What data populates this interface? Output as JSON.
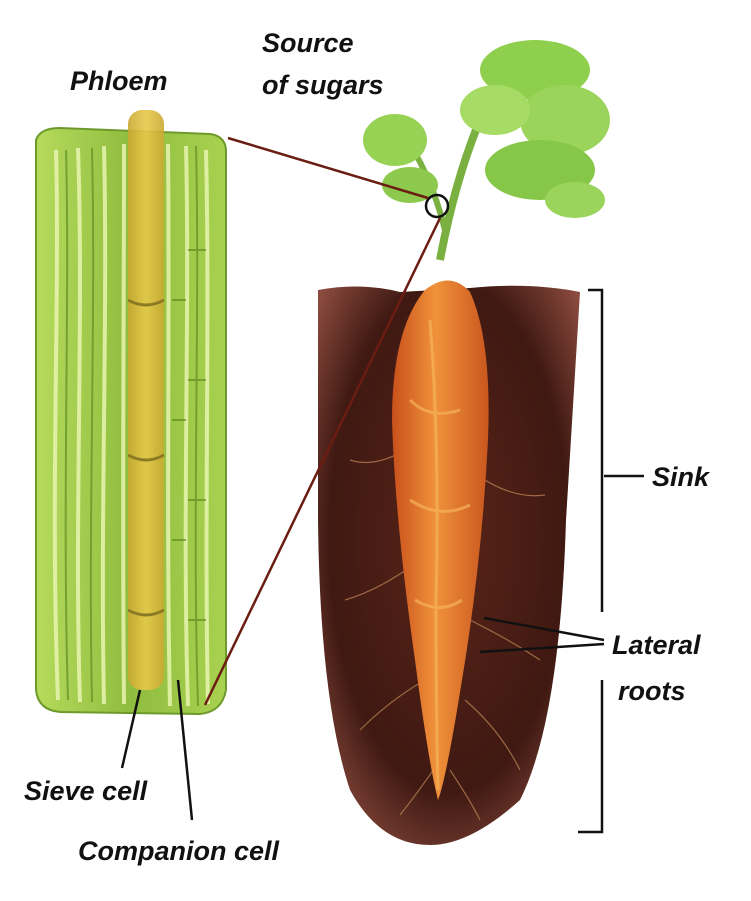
{
  "labels": {
    "phloem": "Phloem",
    "source_line1": "Source",
    "source_line2": "of sugars",
    "sink": "Sink",
    "lateral_line1": "Lateral",
    "lateral_line2": "roots",
    "sieve_cell": "Sieve cell",
    "companion_cell": "Companion cell"
  },
  "colors": {
    "tissue_green": "#9cc84a",
    "tissue_dark": "#5f8f22",
    "phloem_yellow": "#d9b83a",
    "soil": "#4a1e16",
    "carrot": "#e9742c",
    "leaf": "#8fcf4e",
    "connector": "#6b1d12",
    "label": "#111111"
  },
  "icons": [
    "carrot-illustration",
    "phloem-tissue-illustration",
    "leaf-foliage",
    "soil-profile"
  ]
}
